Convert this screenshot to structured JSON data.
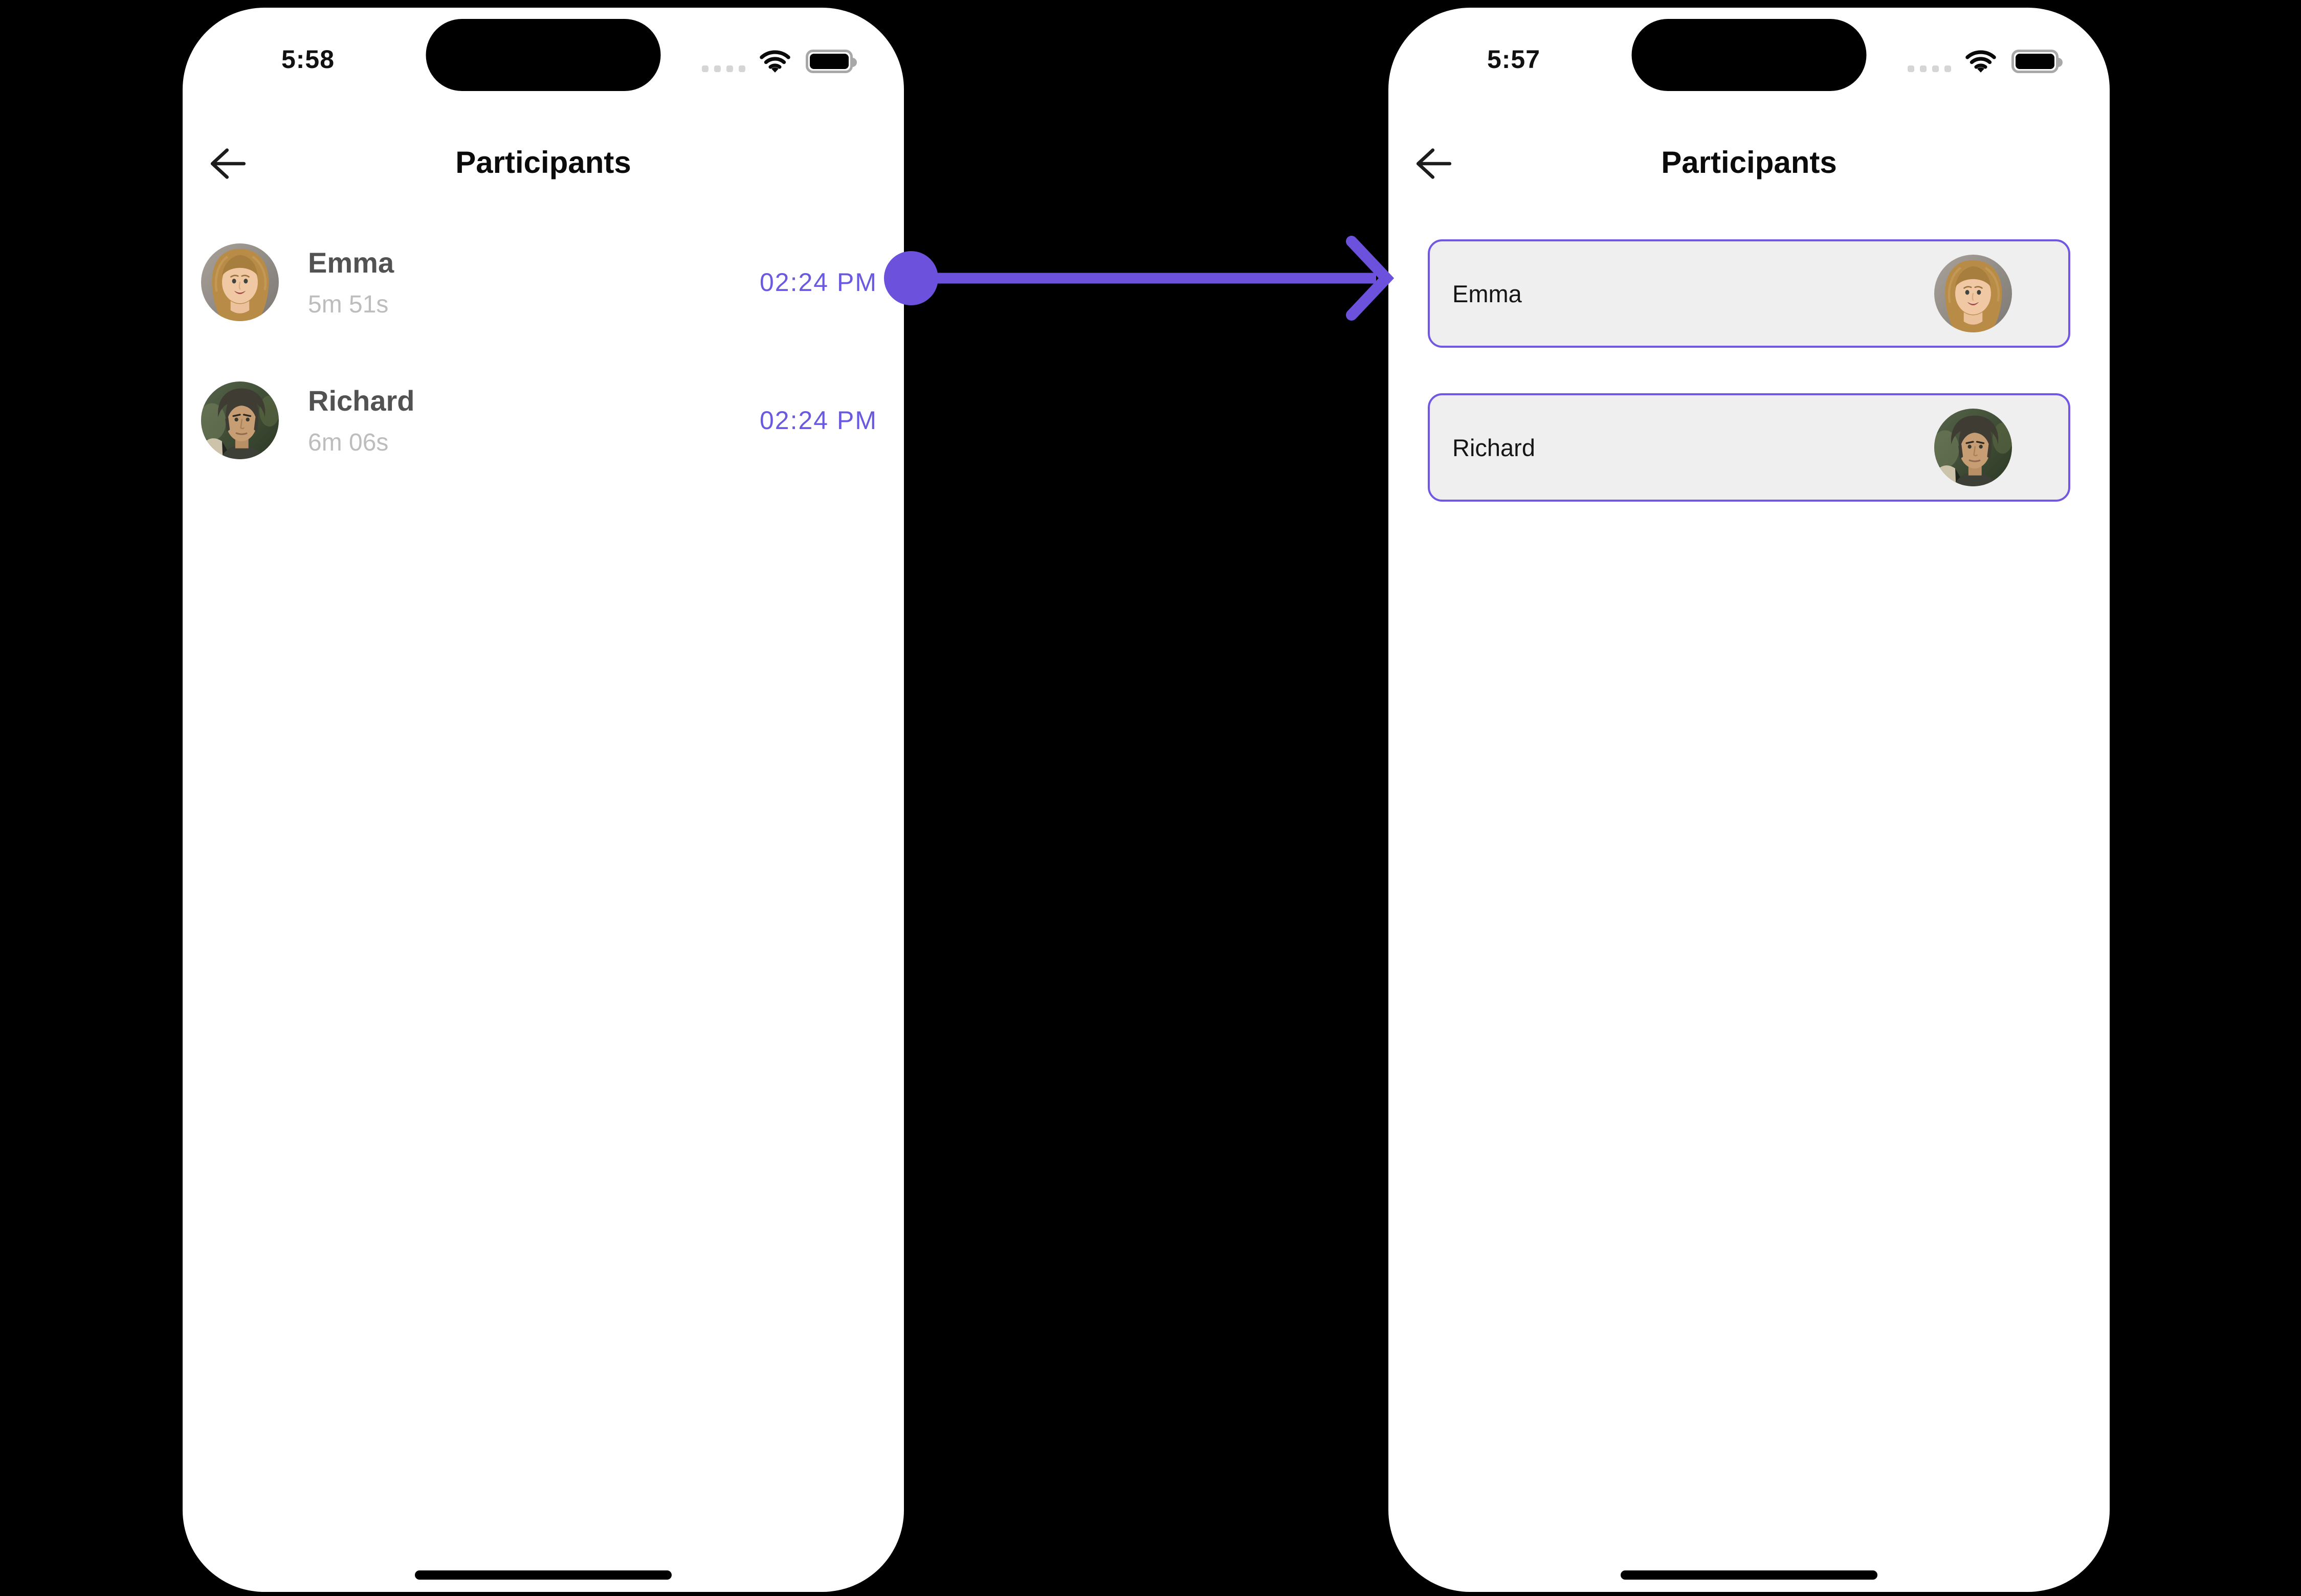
{
  "colors": {
    "accent_arrow": "#6B51DC",
    "time_text": "#6A5ADF",
    "card_border": "#7257E2",
    "card_bg": "#EFEFEF",
    "name_text": "#525252",
    "duration_text": "#BDBDBD"
  },
  "left_phone": {
    "status_time": "5:58",
    "title": "Participants",
    "participants": [
      {
        "name": "Emma",
        "duration": "5m 51s",
        "time": "02:24 PM",
        "avatar": "emma-avatar"
      },
      {
        "name": "Richard",
        "duration": "6m 06s",
        "time": "02:24 PM",
        "avatar": "richard-avatar"
      }
    ]
  },
  "right_phone": {
    "status_time": "5:57",
    "title": "Participants",
    "cards": [
      {
        "name": "Emma"
      },
      {
        "name": "Richard"
      }
    ]
  }
}
